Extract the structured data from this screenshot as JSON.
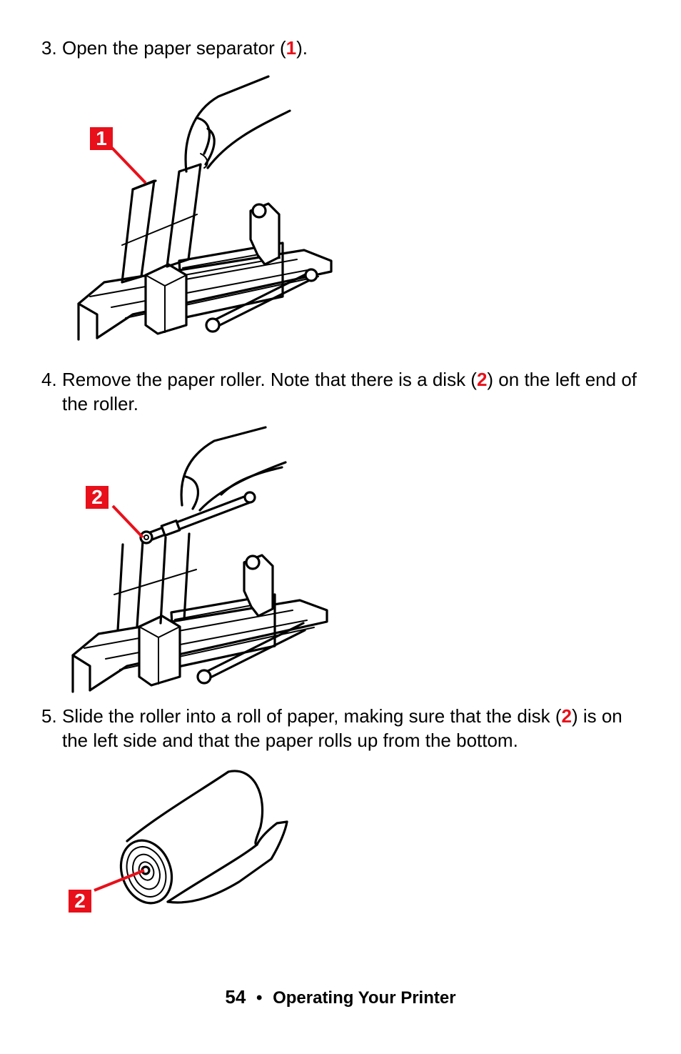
{
  "steps": [
    {
      "number": "3.",
      "text_before": "Open the paper separator (",
      "ref": "1",
      "text_after": ")."
    },
    {
      "number": "4.",
      "text_before": "Remove the paper roller. Note that there is a disk (",
      "ref": "2",
      "text_after": ") on the left end of the roller."
    },
    {
      "number": "5.",
      "text_before": "Slide the roller into a roll of paper, making sure that the disk (",
      "ref": "2",
      "text_after": ") is on the left side and that the paper rolls up from the bottom."
    }
  ],
  "figures": [
    {
      "callout": "1"
    },
    {
      "callout": "2"
    },
    {
      "callout": "2"
    }
  ],
  "colors": {
    "callout_red": "#e8101a"
  },
  "footer": {
    "page_number": "54",
    "separator": "•",
    "section": "Operating Your Printer"
  }
}
